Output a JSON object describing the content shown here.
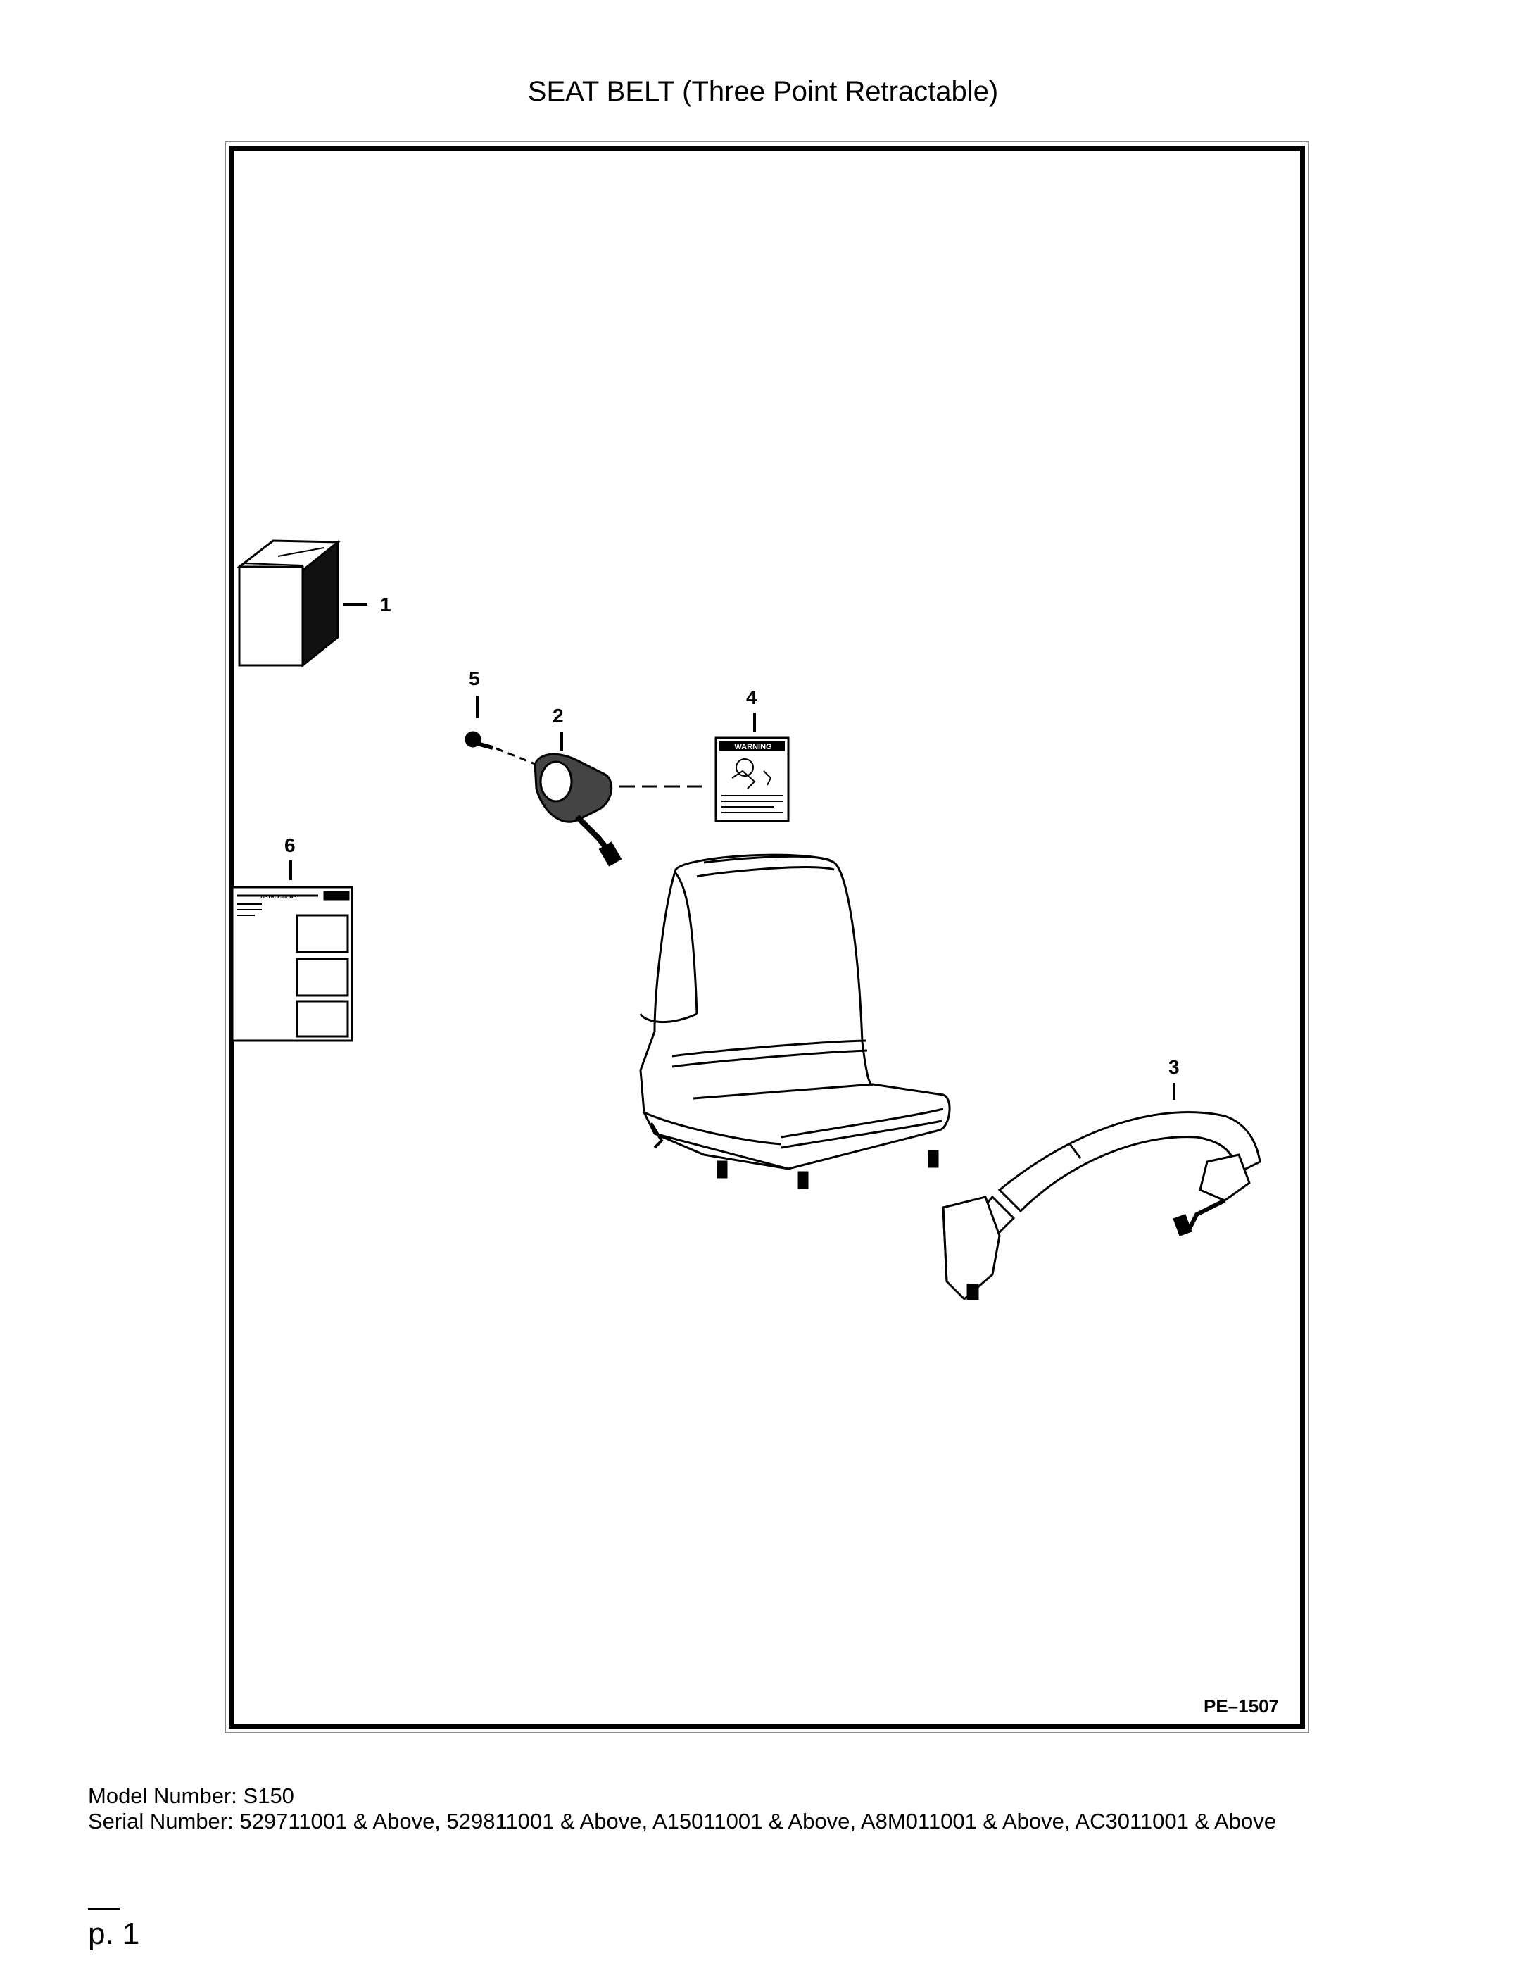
{
  "title": "SEAT BELT (Three Point Retractable)",
  "figure_id": "PE–1507",
  "callouts": {
    "c1": "1",
    "c2": "2",
    "c3": "3",
    "c4": "4",
    "c5": "5",
    "c6": "6"
  },
  "decal_warning_text": "WARNING",
  "decal_instructions_text": "INSTRUCTIONS",
  "footer": {
    "model": "Model Number: S150",
    "serial": "Serial Number: 529711001 & Above, 529811001 & Above, A15011001 & Above, A8M011001 & Above, AC3011001 & Above"
  },
  "page": "p. 1"
}
